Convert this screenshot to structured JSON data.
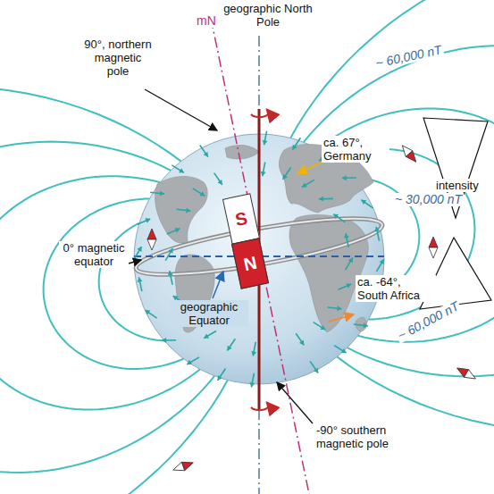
{
  "diagram": {
    "nodes": [
      {
        "text": [
          "S"
        ]
      },
      {
        "text": [
          "N"
        ]
      }
    ],
    "labels": [
      "mN",
      "geographic North Pole",
      "90°, northern magnetic pole",
      "~ 60,000 nT",
      "ca. 67°, Germany",
      "~ 30,000 nT",
      "intensity",
      "0° magnetic equator",
      "geographic Equator",
      "ca. -64°, South Africa",
      "~ 60,000 nT",
      "-90° southern magnetic pole"
    ]
  }
}
